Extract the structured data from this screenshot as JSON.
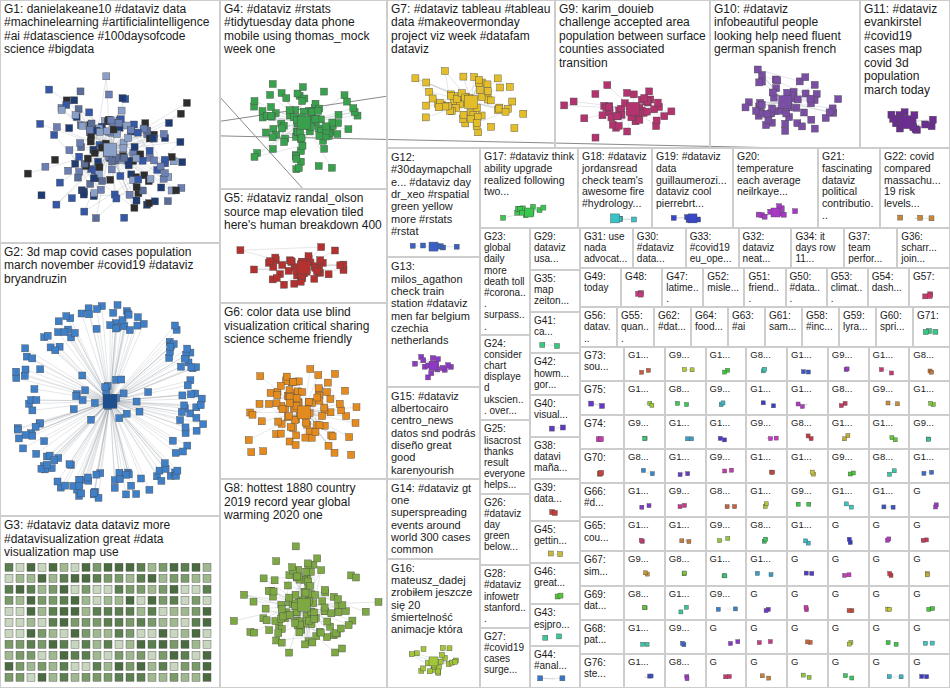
{
  "diagram": {
    "nodes": [
      {
        "text": [
          "G1: danielakeane10 #dataviz data #machinelearning #artificialintelligence #ai #datascience #100daysofcode science #bigdata"
        ]
      },
      {
        "text": [
          "G2: 3d map covid cases population march november #covid19 #dataviz bryandruzin"
        ]
      },
      {
        "text": [
          "G3: #dataviz data dataviz more #datavisualization great #data visualization map use"
        ]
      },
      {
        "text": [
          "G4: #dataviz #rstats #tidytuesday data phone mobile using thomas_mock week one"
        ]
      },
      {
        "text": [
          "G5: #dataviz randal_olson source map elevation tiled here's human breakdown 400"
        ]
      },
      {
        "text": [
          "G6: color data use blind visualization critical sharing science scheme friendly"
        ]
      },
      {
        "text": [
          "G8: hottest 1880 country 2019 record year global warming 2020 one"
        ]
      },
      {
        "text": [
          "G7: #dataviz tableau #tableau data #makeovermonday project viz week #datafam dataviz"
        ]
      },
      {
        "text": [
          "G9: karim_douieb challenge accepted area population between surface counties associated transition"
        ]
      },
      {
        "text": [
          "G10: #dataviz infobeautiful people looking help need fluent german spanish french"
        ]
      },
      {
        "text": [
          "G11: #dataviz evankirstel #covid19 cases map covid 3d population march today"
        ]
      },
      {
        "text": [
          "G12: #30daymapchalle... #dataviz day dr_xeo #rspatial green yellow more #rstats #rstat"
        ]
      },
      {
        "text": [
          "G13: milos_agathon check train station #dataviz men far belgium czechia netherlands"
        ]
      },
      {
        "text": [
          "G15: #dataviz albertocairo centro_news datos snd podrás diseño great good karenyourish"
        ]
      },
      {
        "text": [
          "G14: #dataviz gt one superspreading events around world 300 cases common"
        ]
      },
      {
        "text": [
          "G16: mateusz_dadej zrobiłem jeszcze się 20 śmiertelność animacje która"
        ]
      },
      {
        "text": [
          "G17: #dataviz think ability upgrade realized following two..."
        ]
      },
      {
        "text": [
          "G18: #dataviz jordansread check team's awesome fire #hydrology..."
        ]
      },
      {
        "text": [
          "G19: #dataviz data guillaumerozi... dataviz cool pierrebrt..."
        ]
      },
      {
        "text": [
          "G20: temperature each average neilrkaye..."
        ]
      },
      {
        "text": [
          "G21: fascinating dataviz political contributio..."
        ]
      },
      {
        "text": [
          "G22: covid compared massachu... 19 risk levels..."
        ]
      },
      {
        "text": [
          "G23: global daily more death toll #corona... surpass..."
        ]
      },
      {
        "text": [
          "G24: consider chart displayed ukscien... over..."
        ]
      },
      {
        "text": [
          "G25: lisacrost thanks result everyone helps..."
        ]
      },
      {
        "text": [
          "G26: #dataviz day green below..."
        ]
      },
      {
        "text": [
          "G28: #dataviz infowetr stanford..."
        ]
      },
      {
        "text": [
          "G27: #covid19 cases surge..."
        ]
      },
      {
        "text": [
          "G29: dataviz usa..."
        ]
      },
      {
        "text": [
          "G35: map zeiton..."
        ]
      },
      {
        "text": [
          "G41: ca..."
        ]
      },
      {
        "text": [
          "G42: howm... gor..."
        ]
      },
      {
        "text": [
          "G40: visual..."
        ]
      },
      {
        "text": [
          "G38: datavi maña..."
        ]
      },
      {
        "text": [
          "G39: data..."
        ]
      },
      {
        "text": [
          "G45: gettin..."
        ]
      },
      {
        "text": [
          "G46: great..."
        ]
      },
      {
        "text": [
          "G43: esjpro..."
        ]
      },
      {
        "text": [
          "G44: #anal..."
        ]
      },
      {
        "text": [
          "G31: use nada advocat..."
        ]
      },
      {
        "text": [
          "G30: #dataviz data..."
        ]
      },
      {
        "text": [
          "G33: #covid19 eu_ope..."
        ]
      },
      {
        "text": [
          "G32: dataviz neat..."
        ]
      },
      {
        "text": [
          "G34: it days row 11..."
        ]
      },
      {
        "text": [
          "G37: team perfor..."
        ]
      },
      {
        "text": [
          "G36: scharr... join..."
        ]
      },
      {
        "text": [
          "G49: today"
        ]
      },
      {
        "text": [
          "G48:"
        ]
      },
      {
        "text": [
          "G47: latime..."
        ]
      },
      {
        "text": [
          "G52: misle..."
        ]
      },
      {
        "text": [
          "G51: friend..."
        ]
      },
      {
        "text": [
          "G50: #data..."
        ]
      },
      {
        "text": [
          "G53: climat..."
        ]
      },
      {
        "text": [
          "G54: dash..."
        ]
      },
      {
        "text": [
          "G57:"
        ]
      },
      {
        "text": [
          "G56: datav..."
        ]
      },
      {
        "text": [
          "G55: quan..."
        ]
      },
      {
        "text": [
          "G62: #dat..."
        ]
      },
      {
        "text": [
          "G64: food..."
        ]
      },
      {
        "text": [
          "G63: #ai"
        ]
      },
      {
        "text": [
          "G61: sam..."
        ]
      },
      {
        "text": [
          "G58: #inc..."
        ]
      },
      {
        "text": [
          "G59: lyra..."
        ]
      },
      {
        "text": [
          "G60: spri..."
        ]
      },
      {
        "text": [
          "G71:"
        ]
      },
      {
        "text": [
          "G73: sou..."
        ]
      },
      {
        "text": [
          "G75:"
        ]
      },
      {
        "text": [
          "G74:"
        ]
      },
      {
        "text": [
          "G70:"
        ]
      },
      {
        "text": [
          "G66: #d..."
        ]
      },
      {
        "text": [
          "G65: cou..."
        ]
      },
      {
        "text": [
          "G67: sim..."
        ]
      },
      {
        "text": [
          "G69: dat..."
        ]
      },
      {
        "text": [
          "G68: pat..."
        ]
      },
      {
        "text": [
          "G76: ste..."
        ]
      },
      {
        "text": [
          "G1..."
        ]
      },
      {
        "text": [
          "G9..."
        ]
      },
      {
        "text": [
          "G1..."
        ]
      },
      {
        "text": [
          "G8..."
        ]
      },
      {
        "text": [
          "G1..."
        ]
      },
      {
        "text": [
          "G9..."
        ]
      },
      {
        "text": [
          "G1..."
        ]
      },
      {
        "text": [
          "G8..."
        ]
      },
      {
        "text": [
          "G1..."
        ]
      },
      {
        "text": [
          "G8..."
        ]
      },
      {
        "text": [
          "G9..."
        ]
      },
      {
        "text": [
          "G1..."
        ]
      },
      {
        "text": [
          "G1..."
        ]
      },
      {
        "text": [
          "G8..."
        ]
      },
      {
        "text": [
          "G9..."
        ]
      },
      {
        "text": [
          "G1..."
        ]
      },
      {
        "text": [
          "G9..."
        ]
      },
      {
        "text": [
          "G1..."
        ]
      },
      {
        "text": [
          "G1..."
        ]
      },
      {
        "text": [
          "G9..."
        ]
      },
      {
        "text": [
          "G8..."
        ]
      },
      {
        "text": [
          "G1..."
        ]
      },
      {
        "text": [
          "G1..."
        ]
      },
      {
        "text": [
          "G9..."
        ]
      },
      {
        "text": [
          "G8..."
        ]
      },
      {
        "text": [
          "G1..."
        ]
      },
      {
        "text": [
          "G9..."
        ]
      },
      {
        "text": [
          "G1..."
        ]
      },
      {
        "text": [
          "G1..."
        ]
      },
      {
        "text": [
          "G9..."
        ]
      },
      {
        "text": [
          "G8..."
        ]
      },
      {
        "text": [
          "G1..."
        ]
      },
      {
        "text": [
          "G1..."
        ]
      },
      {
        "text": [
          "G9..."
        ]
      },
      {
        "text": [
          "G8..."
        ]
      },
      {
        "text": [
          "G1..."
        ]
      },
      {
        "text": [
          "G9..."
        ]
      },
      {
        "text": [
          "G1..."
        ]
      },
      {
        "text": [
          "G1..."
        ]
      },
      {
        "text": [
          "G"
        ]
      },
      {
        "text": [
          "G1..."
        ]
      },
      {
        "text": [
          "G1..."
        ]
      },
      {
        "text": [
          "G9..."
        ]
      },
      {
        "text": [
          "G8..."
        ]
      },
      {
        "text": [
          "G1..."
        ]
      },
      {
        "text": [
          "G"
        ]
      },
      {
        "text": [
          "G"
        ]
      },
      {
        "text": [
          "G"
        ]
      },
      {
        "text": [
          "G9..."
        ]
      },
      {
        "text": [
          "G8..."
        ]
      },
      {
        "text": [
          "G1..."
        ]
      },
      {
        "text": [
          "G1..."
        ]
      },
      {
        "text": [
          "G"
        ]
      },
      {
        "text": [
          "G"
        ]
      },
      {
        "text": [
          "G"
        ]
      },
      {
        "text": [
          "G"
        ]
      },
      {
        "text": [
          "G8..."
        ]
      },
      {
        "text": [
          "G1..."
        ]
      },
      {
        "text": [
          "G9..."
        ]
      },
      {
        "text": [
          "G"
        ]
      },
      {
        "text": [
          "G"
        ]
      },
      {
        "text": [
          "G"
        ]
      },
      {
        "text": [
          "G"
        ]
      },
      {
        "text": [
          "G"
        ]
      },
      {
        "text": [
          "G1..."
        ]
      },
      {
        "text": [
          "G9..."
        ]
      },
      {
        "text": [
          "G"
        ]
      },
      {
        "text": [
          "G"
        ]
      },
      {
        "text": [
          "G"
        ]
      },
      {
        "text": [
          "G"
        ]
      },
      {
        "text": [
          "G"
        ]
      },
      {
        "text": [
          "G"
        ]
      },
      {
        "text": [
          "G1..."
        ]
      },
      {
        "text": [
          "G8..."
        ]
      },
      {
        "text": [
          "G"
        ]
      },
      {
        "text": [
          "G"
        ]
      },
      {
        "text": [
          "G"
        ]
      },
      {
        "text": [
          "G"
        ]
      },
      {
        "text": [
          "G"
        ]
      },
      {
        "text": [
          "G"
        ]
      }
    ],
    "edges": [
      {
        "from": 0,
        "to": 7,
        "arrow": "none"
      },
      {
        "from": 0,
        "to": 3,
        "arrow": "none"
      },
      {
        "from": 0,
        "to": 9,
        "arrow": "none"
      }
    ]
  }
}
